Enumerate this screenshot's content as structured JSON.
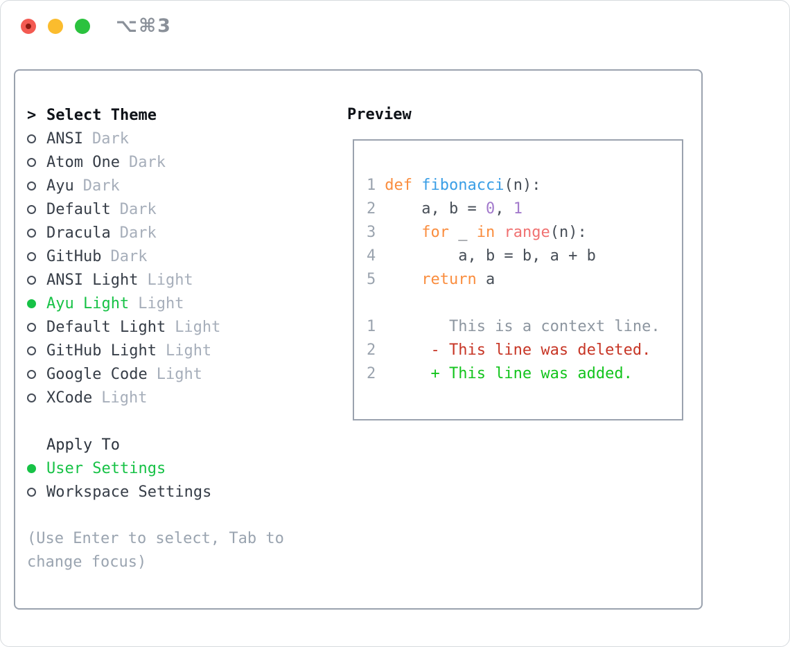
{
  "window": {
    "title": "⌥⌘3"
  },
  "icons": {
    "traffic_lights": [
      "close-icon",
      "minimize-icon",
      "zoom-icon"
    ],
    "radio_selected": "●",
    "radio_unselected": "○",
    "focus_pointer": ">"
  },
  "theme_picker": {
    "header": {
      "marker": ">",
      "label": "Select Theme"
    },
    "items": [
      {
        "name": "ANSI",
        "variant": "Dark",
        "selected": false
      },
      {
        "name": "Atom One",
        "variant": "Dark",
        "selected": false
      },
      {
        "name": "Ayu",
        "variant": "Dark",
        "selected": false
      },
      {
        "name": "Default",
        "variant": "Dark",
        "selected": false
      },
      {
        "name": "Dracula",
        "variant": "Dark",
        "selected": false
      },
      {
        "name": "GitHub",
        "variant": "Dark",
        "selected": false
      },
      {
        "name": "ANSI Light",
        "variant": "Light",
        "selected": false
      },
      {
        "name": "Ayu Light",
        "variant": "Light",
        "selected": true
      },
      {
        "name": "Default Light",
        "variant": "Light",
        "selected": false
      },
      {
        "name": "GitHub Light",
        "variant": "Light",
        "selected": false
      },
      {
        "name": "Google Code",
        "variant": "Light",
        "selected": false
      },
      {
        "name": "XCode",
        "variant": "Light",
        "selected": false
      }
    ],
    "apply_to": {
      "label": "Apply To",
      "options": [
        {
          "name": "User Settings",
          "selected": true
        },
        {
          "name": "Workspace Settings",
          "selected": false
        }
      ]
    },
    "help_text": "(Use Enter to select, Tab to change focus)"
  },
  "preview": {
    "label": "Preview",
    "code": [
      {
        "num": "1",
        "tokens": [
          {
            "c": "kw",
            "t": "def "
          },
          {
            "c": "fn",
            "t": "fibonacci"
          },
          {
            "c": "fg",
            "t": "(n):"
          }
        ]
      },
      {
        "num": "2",
        "tokens": [
          {
            "c": "fg",
            "t": "    a, b = "
          },
          {
            "c": "num",
            "t": "0"
          },
          {
            "c": "fg",
            "t": ", "
          },
          {
            "c": "num",
            "t": "1"
          }
        ]
      },
      {
        "num": "3",
        "tokens": [
          {
            "c": "fg",
            "t": "    "
          },
          {
            "c": "kw",
            "t": "for"
          },
          {
            "c": "fg",
            "t": " _ "
          },
          {
            "c": "kw",
            "t": "in"
          },
          {
            "c": "fg",
            "t": " "
          },
          {
            "c": "red",
            "t": "range"
          },
          {
            "c": "fg",
            "t": "(n):"
          }
        ]
      },
      {
        "num": "4",
        "tokens": [
          {
            "c": "fg",
            "t": "        a, b = b, a + b"
          }
        ]
      },
      {
        "num": "5",
        "tokens": [
          {
            "c": "fg",
            "t": "    "
          },
          {
            "c": "kw",
            "t": "return"
          },
          {
            "c": "fg",
            "t": " a"
          }
        ]
      }
    ],
    "diff": [
      {
        "num": "1",
        "kind": "context",
        "text": "       This is a context line."
      },
      {
        "num": "2",
        "kind": "deleted",
        "text": "     - This line was deleted."
      },
      {
        "num": "2",
        "kind": "added",
        "text": "     + This line was added."
      }
    ]
  },
  "colors": {
    "selection_green": "#17c246",
    "added_green": "#13c41d",
    "deleted_red": "#c73626",
    "keyword_orange": "#fa8d3e",
    "function_blue": "#399ee6",
    "number_purple": "#a37acc",
    "builtin_red": "#f07171",
    "muted_gray": "#a6aeba",
    "border_gray": "#9aa2ae"
  }
}
